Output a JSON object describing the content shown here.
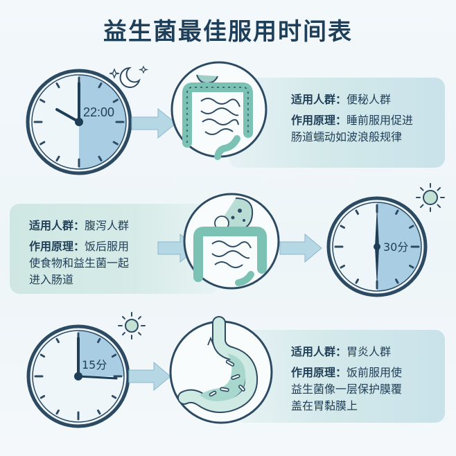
{
  "title": "益生菌最佳服用时间表",
  "sections": [
    {
      "clock_label": "22:00",
      "target_label": "适用人群：",
      "target_value": "便秘人群",
      "principle_label": "作用原理：",
      "principle_lines": [
        "睡前服用促进",
        "肠道蠕动如波浪般规律"
      ]
    },
    {
      "clock_label": "30分",
      "target_label": "适用人群：",
      "target_value": "腹泻人群",
      "principle_label": "作用原理：",
      "principle_lines": [
        "饭后服用",
        "使食物和益生菌一起",
        "进入肠道"
      ]
    },
    {
      "clock_label": "15分",
      "target_label": "适用人群：",
      "target_value": "胃炎人群",
      "principle_label": "作用原理：",
      "principle_lines": [
        "饭前服用使",
        "益生菌像一层保护膜覆",
        "盖在胃黏膜上"
      ]
    }
  ],
  "colors": {
    "accent": "#1e3f5a",
    "clock_fill": "#a9cde2",
    "organ": "#7cc2b4"
  }
}
